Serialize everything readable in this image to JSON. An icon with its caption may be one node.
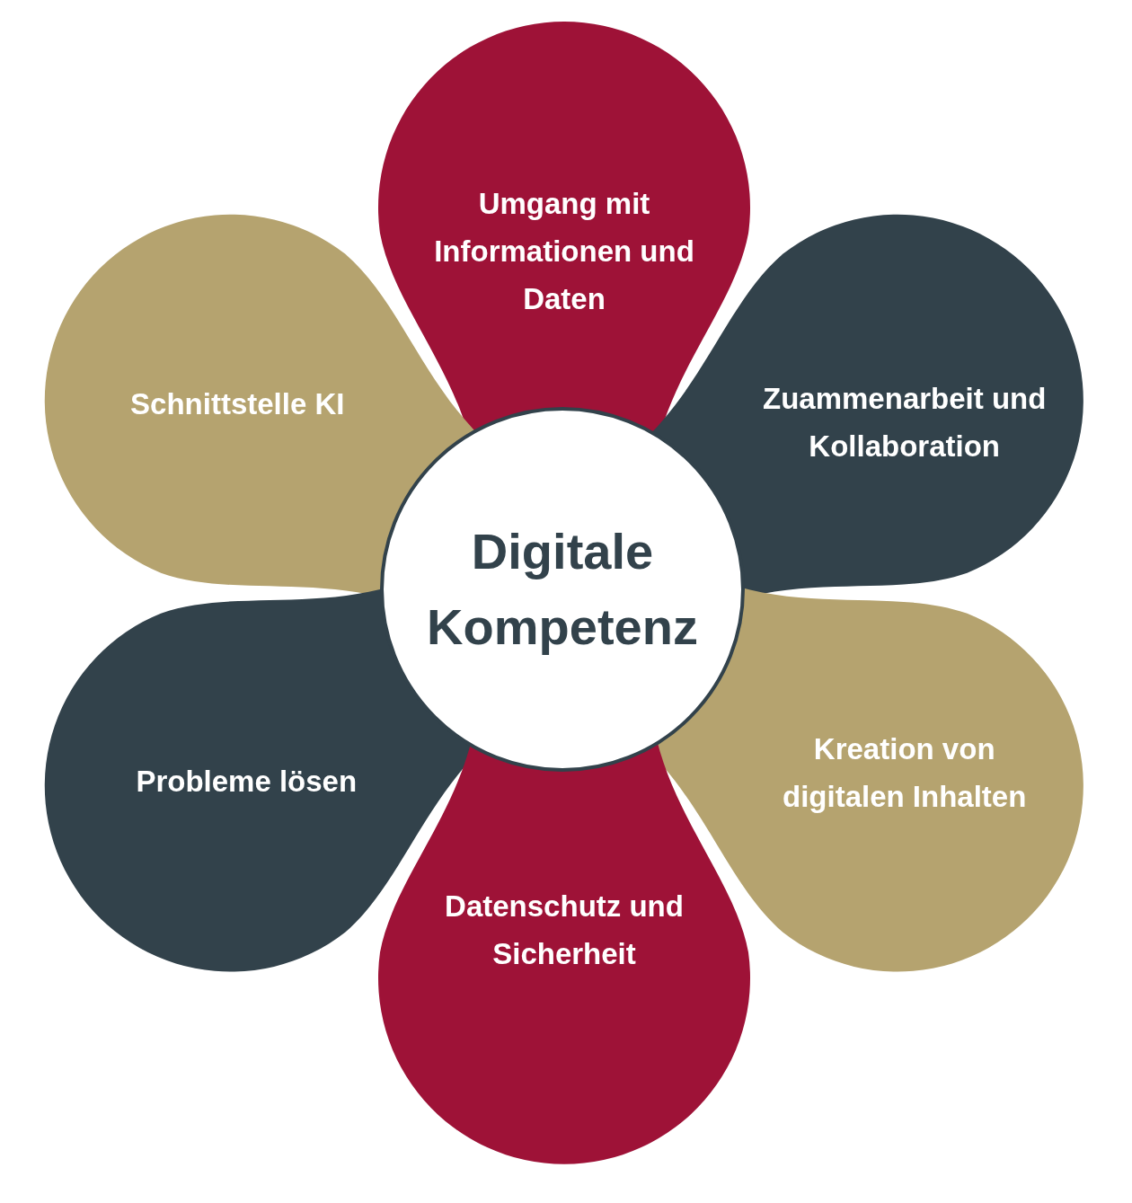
{
  "diagram": {
    "nodes": [
      {
        "text": [
          "Umgang mit Informationen und Daten"
        ]
      },
      {
        "text": [
          "Schnittstelle KI"
        ]
      },
      {
        "text": [
          "Zuammenarbeit und Kollaboration"
        ]
      },
      {
        "text": [
          "Digitale Kompetenz"
        ]
      },
      {
        "text": [
          "Probleme lösen"
        ]
      },
      {
        "text": [
          "Kreation von digitalen Inhalten"
        ]
      },
      {
        "text": [
          "Datenschutz und Sicherheit"
        ]
      }
    ]
  }
}
